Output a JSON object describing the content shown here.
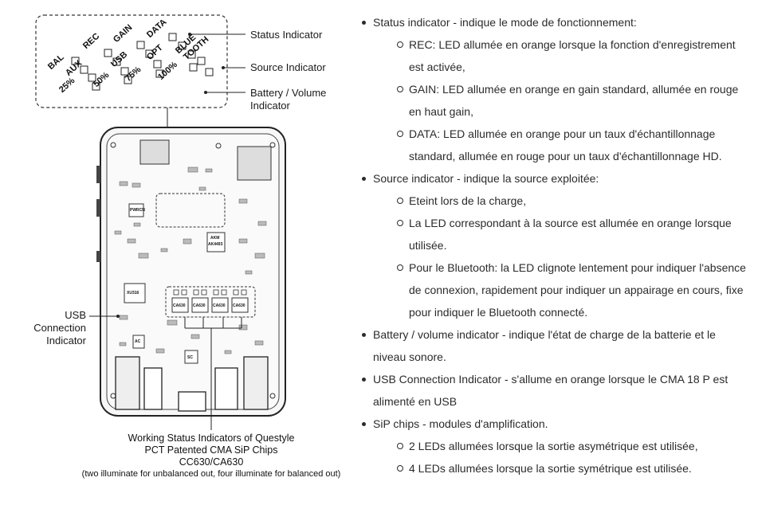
{
  "diagram": {
    "callouts": {
      "status": "Status Indicator",
      "source": "Source Indicator",
      "battery_line1": "Battery / Volume",
      "battery_line2": "Indicator",
      "usb_line1": "USB",
      "usb_line2": "Connection",
      "usb_line3": "Indicator"
    },
    "leds": {
      "bal": "BAL",
      "rec": "REC",
      "gain": "GAIN",
      "data": "DATA",
      "aux": "AUX",
      "usb": "USB",
      "opt": "OPT",
      "blue": "BLUE",
      "tooth": "TOOTH",
      "p25": "25%",
      "p50": "50%",
      "p75": "75%",
      "p100": "100%"
    },
    "chips": {
      "c1": "CA630",
      "c2": "CA630",
      "c3": "CA630",
      "c4": "CA630",
      "xu": "XU316",
      "ak": "AK4493",
      "ak_top": "AKM",
      "pwr": "PWRCN",
      "small1": "AC",
      "small2": "SC"
    },
    "caption": {
      "line1": "Working Status Indicators of Questyle",
      "line2": "PCT Patented CMA SiP Chips",
      "line3": "CC630/CA630",
      "line4": "(two illuminate for unbalanced out, four illuminate for balanced out)"
    }
  },
  "text": {
    "status": {
      "title": "Status indicator - indique le mode de fonctionnement:",
      "items": [
        "REC: LED allumée en orange lorsque la fonction d'enregistrement est activée,",
        "GAIN: LED allumée en orange en gain standard, allumée en rouge en haut gain,",
        "DATA: LED allumée en orange pour un taux d'échantillonnage standard, allumée en rouge pour un taux d'échantillonnage HD."
      ]
    },
    "source": {
      "title": "Source indicator - indique la source exploitée:",
      "items": [
        "Eteint lors de la charge,",
        "La LED correspondant à la source est allumée en orange lorsque utilisée.",
        "Pour le Bluetooth: la LED clignote lentement pour indiquer l'absence de connexion, rapidement pour indiquer un appairage en cours, fixe pour indiquer le Bluetooth connecté."
      ]
    },
    "battery": "Battery / volume indicator - indique l'état de charge de la batterie et le niveau sonore.",
    "usb": "USB Connection Indicator - s'allume en orange lorsque le CMA 18 P est alimenté en USB",
    "sip": {
      "title": "SiP chips - modules d'amplification.",
      "items": [
        "2 LEDs allumées lorsque la sortie asymétrique est utilisée,",
        "4 LEDs allumées lorsque la sortie symétrique est utilisée."
      ]
    }
  }
}
